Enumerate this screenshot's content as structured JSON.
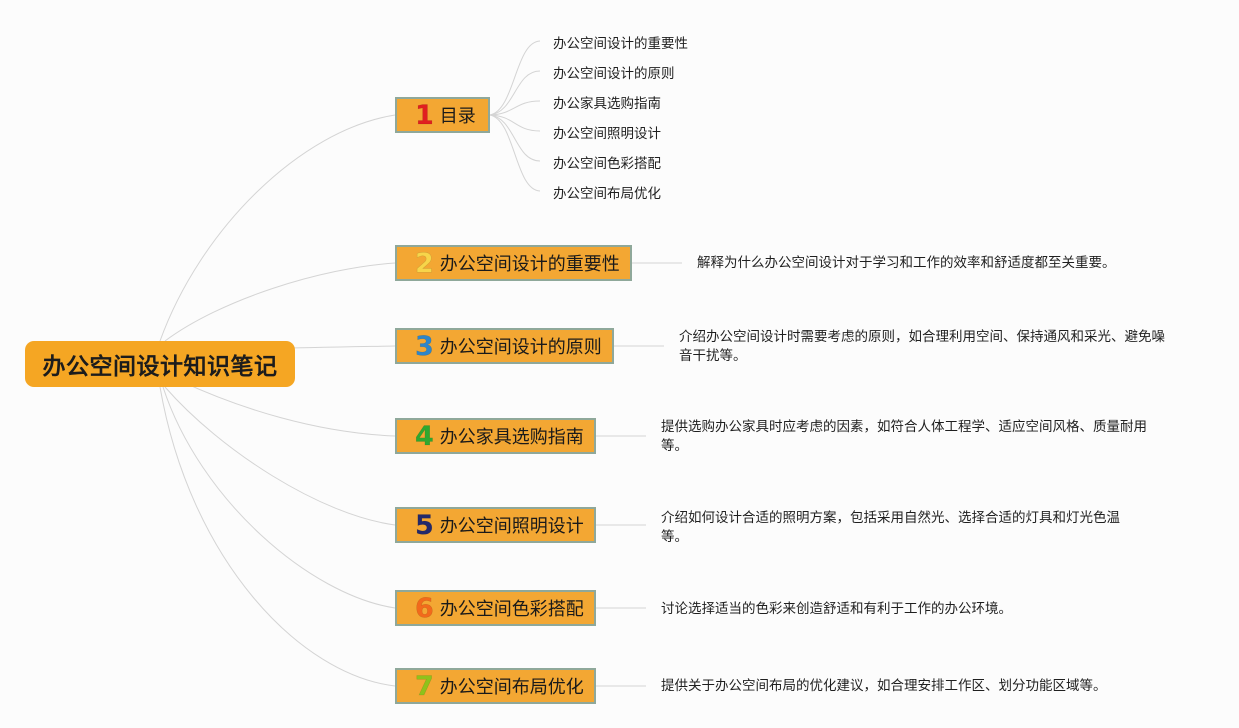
{
  "root": {
    "title": "办公空间设计知识笔记"
  },
  "branches": [
    {
      "num": "1",
      "label": "目录",
      "num_color": "#e02020"
    },
    {
      "num": "2",
      "label": "办公空间设计的重要性",
      "num_color": "#f7d54a"
    },
    {
      "num": "3",
      "label": "办公空间设计的原则",
      "num_color": "#2e86c9"
    },
    {
      "num": "4",
      "label": "办公家具选购指南",
      "num_color": "#2fa82f"
    },
    {
      "num": "5",
      "label": "办公空间照明设计",
      "num_color": "#23296b"
    },
    {
      "num": "6",
      "label": "办公空间色彩搭配",
      "num_color": "#f26a1b"
    },
    {
      "num": "7",
      "label": "办公空间布局优化",
      "num_color": "#8fc21b"
    }
  ],
  "toc": [
    "办公空间设计的重要性",
    "办公空间设计的原则",
    "办公家具选购指南",
    "办公空间照明设计",
    "办公空间色彩搭配",
    "办公空间布局优化"
  ],
  "descriptions": [
    "解释为什么办公空间设计对于学习和工作的效率和舒适度都至关重要。",
    "介绍办公空间设计时需要考虑的原则，如合理利用空间、保持通风和采光、避免噪音干扰等。",
    "提供选购办公家具时应考虑的因素，如符合人体工程学、适应空间风格、质量耐用等。",
    "介绍如何设计合适的照明方案，包括采用自然光、选择合适的灯具和灯光色温等。",
    "讨论选择适当的色彩来创造舒适和有利于工作的办公环境。",
    "提供关于办公空间布局的优化建议，如合理安排工作区、划分功能区域等。"
  ]
}
